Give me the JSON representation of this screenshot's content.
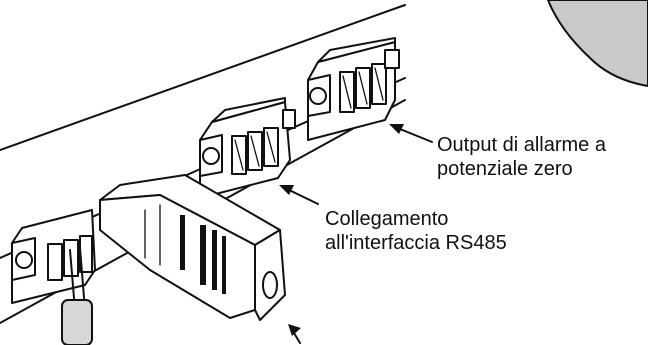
{
  "labels": {
    "alarm_output": {
      "line1": "Output di allarme a",
      "line2": "potenziale zero"
    },
    "rs485_connection": {
      "line1": "Collegamento",
      "line2": "all'interfaccia RS485"
    }
  },
  "colors": {
    "ink": "#111111",
    "hand_fill": "#c9c9c9",
    "background": "#ffffff"
  }
}
